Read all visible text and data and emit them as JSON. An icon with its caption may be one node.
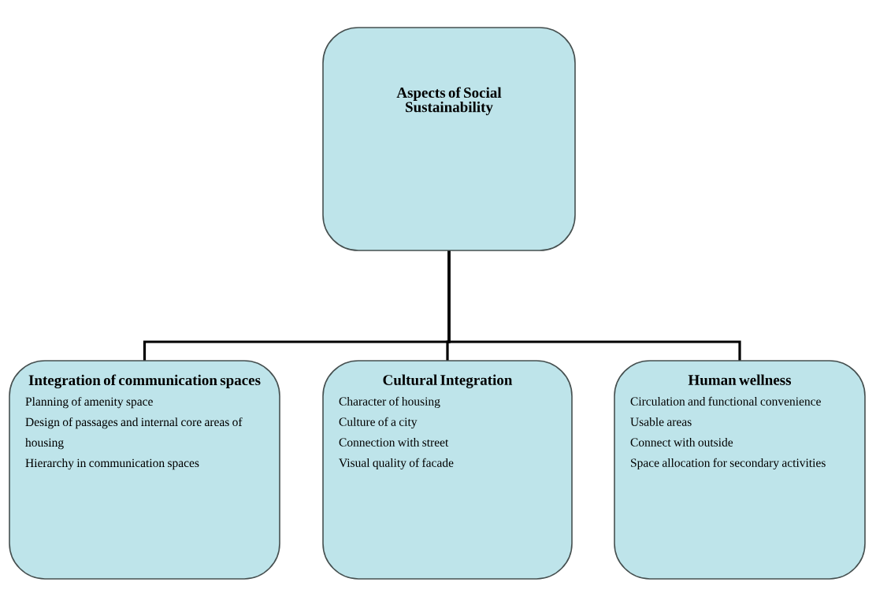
{
  "diagram": {
    "nodes": [
      {
        "text": [
          "Aspects of Social Sustainability"
        ]
      },
      {
        "text": [
          "Integration of communication spaces",
          "Planning of amenity space",
          "Design of passages and internal core areas of housing",
          "Hierarchy in communication spaces"
        ]
      },
      {
        "text": [
          "Cultural Integration",
          "Character of housing",
          "Culture of a city",
          "Connection with street",
          "Visual quality of facade"
        ]
      },
      {
        "text": [
          "Human wellness",
          "Circulation and functional convenience",
          "Usable areas",
          "Connect with outside",
          "Space allocation for secondary activities"
        ]
      }
    ],
    "edges": [
      {
        "from": 0,
        "to": 1,
        "arrow": "none"
      },
      {
        "from": 0,
        "to": 2,
        "arrow": "none"
      },
      {
        "from": 0,
        "to": 3,
        "arrow": "none"
      }
    ]
  }
}
